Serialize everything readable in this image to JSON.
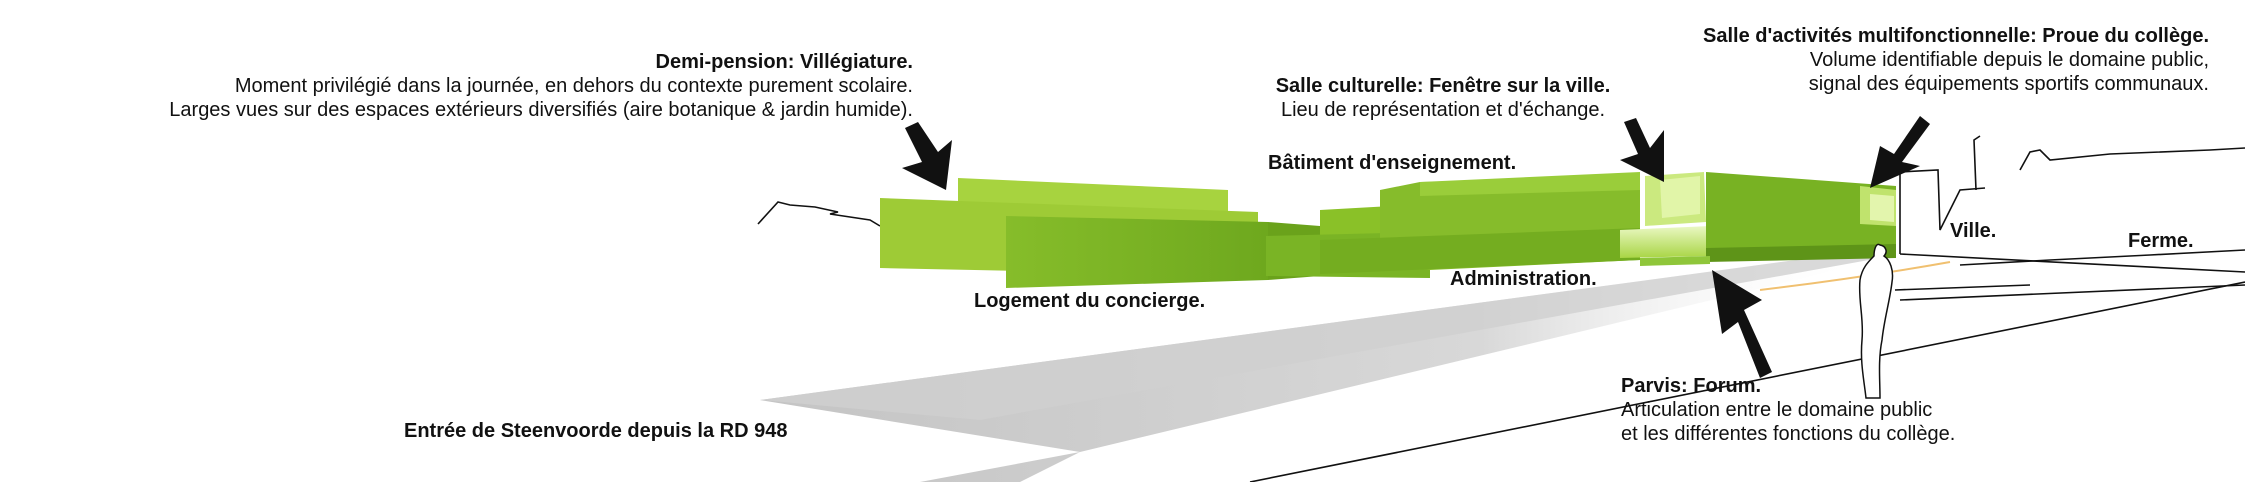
{
  "colors": {
    "building_light": "#9ccc35",
    "building_mid": "#7db626",
    "building_dark": "#5f9418",
    "highlight": "#d9f0a0",
    "ground_shadow": "#c8c8c8",
    "text": "#111111"
  },
  "labels": {
    "demi_pension": {
      "title": "Demi-pension: Villégiature.",
      "line1": "Moment privilégié dans la journée, en dehors du contexte purement scolaire.",
      "line2": "Larges vues sur des espaces extérieurs diversifiés (aire botanique & jardin humide)."
    },
    "salle_culturelle": {
      "title": "Salle culturelle: Fenêtre sur la ville.",
      "line1": "Lieu de représentation et d'échange."
    },
    "salle_activites": {
      "title": "Salle d'activités multifonctionnelle: Proue du collège.",
      "line1": "Volume identifiable depuis le domaine public,",
      "line2": "signal des équipements sportifs communaux."
    },
    "batiment": "Bâtiment d'enseignement.",
    "ville": "Ville.",
    "ferme": "Ferme.",
    "logement": "Logement du concierge.",
    "administration": "Administration.",
    "parvis": {
      "title": "Parvis: Forum.",
      "line1": "Articulation entre le domaine public",
      "line2": "et les différentes fonctions du collège."
    },
    "entree": "Entrée de Steenvoorde depuis la RD 948"
  }
}
